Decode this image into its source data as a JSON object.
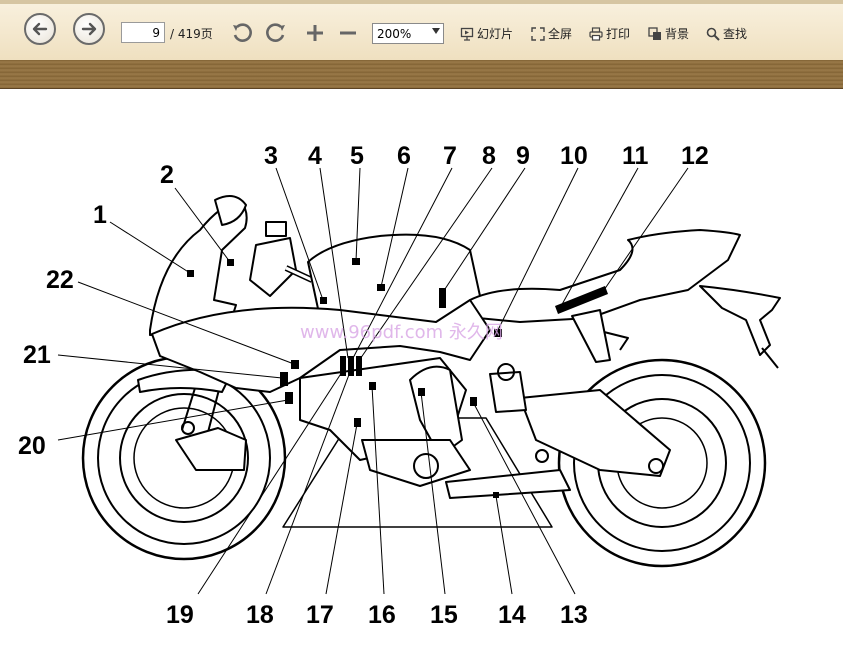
{
  "toolbar": {
    "page_current": "9",
    "page_total": "/ 419页",
    "zoom_value": "200%",
    "slideshow_label": "幻灯片",
    "fullscreen_label": "全屏",
    "print_label": "打印",
    "background_label": "背景",
    "find_label": "查找"
  },
  "document": {
    "watermark": "www.96pdf.com 永久网",
    "callouts": [
      "1",
      "2",
      "3",
      "4",
      "5",
      "6",
      "7",
      "8",
      "9",
      "10",
      "11",
      "12",
      "13",
      "14",
      "15",
      "16",
      "17",
      "18",
      "19",
      "20",
      "21",
      "22"
    ]
  }
}
